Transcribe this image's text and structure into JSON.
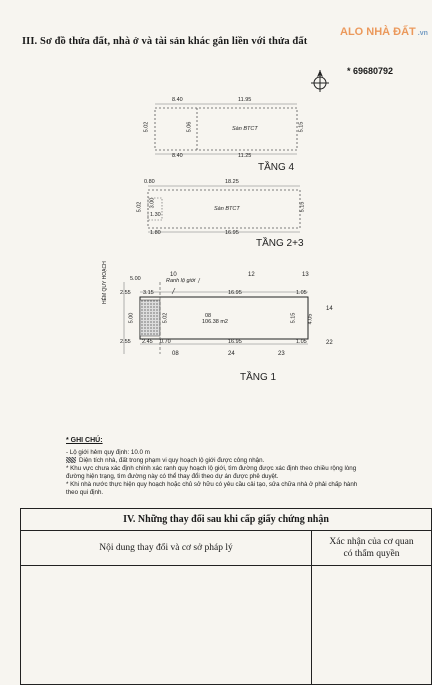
{
  "header": {
    "title": "III. Sơ đồ thửa đất, nhà ở và tài sản khác gắn liền với thửa đất",
    "doc_number": "* 69680792",
    "watermark": "ALO NHÀ ĐẤT",
    "watermark_domain": ".vn"
  },
  "plans": {
    "tang4": {
      "label": "TẦNG 4",
      "room_label": "Sàn BTCT",
      "dims": {
        "top_left": "8.40",
        "top_right": "11.95",
        "bottom_left": "8.40",
        "bottom_right": "11.25",
        "left": "5.02",
        "mid": "5.06",
        "right": "5.15"
      }
    },
    "tang23": {
      "label": "TẦNG 2+3",
      "room_label": "Sàn BTCT",
      "dims": {
        "top_left": "0.80",
        "top_right": "18.25",
        "bottom_left": "1.80",
        "bottom_right": "16.95",
        "left": "5.02",
        "left_inner": "3.00",
        "small": "1.30",
        "right": "5.15"
      }
    },
    "tang1": {
      "label": "TẦNG 1",
      "boundary_label": "Ranh lộ giới",
      "street_label": "HẺM QUY HOẠCH",
      "area_label": "106.38 m2",
      "area_prefix": "08",
      "dims": {
        "d500": "5.00",
        "d255a": "2.55",
        "d315": "3.15",
        "d1695a": "16.95",
        "d105a": "1.05",
        "left": "5.00",
        "inner": "5.02",
        "right": "5.15",
        "right_small": "4.05",
        "d255b": "2.55",
        "d245": "2.45",
        "d070": "0.70",
        "d1695b": "16.95",
        "d105b": "1.05"
      },
      "neighbors": {
        "n10": "10",
        "n12": "12",
        "n13": "13",
        "n14": "14",
        "n22": "22",
        "n08": "08",
        "n24": "24",
        "n23": "23"
      }
    }
  },
  "notes": {
    "heading": "* GHI CHÚ:",
    "items": [
      "- Lộ giới hẻm quy định: 10.0 m",
      "Diện tích nhà, đất trong phạm vi quy hoạch lộ giới được công nhận.",
      "* Khu vực chưa xác định chính xác ranh quy hoạch lộ giới, tìm đường được xác định theo chiều rộng lòng đường hiện trạng, tìm đường này có thể thay đổi theo dự án được phê duyệt.",
      "* Khi nhà nước thực hiện quy hoạch hoặc chủ sở hữu có yêu cầu cải tạo, sửa chữa nhà ở phải chấp hành theo qui định."
    ]
  },
  "changes_table": {
    "title": "IV. Những thay đổi sau khi cấp giấy chứng nhận",
    "col1": "Nội dung thay đổi và cơ sở pháp lý",
    "col2_line1": "Xác nhận của cơ quan",
    "col2_line2": "có thẩm quyền"
  }
}
